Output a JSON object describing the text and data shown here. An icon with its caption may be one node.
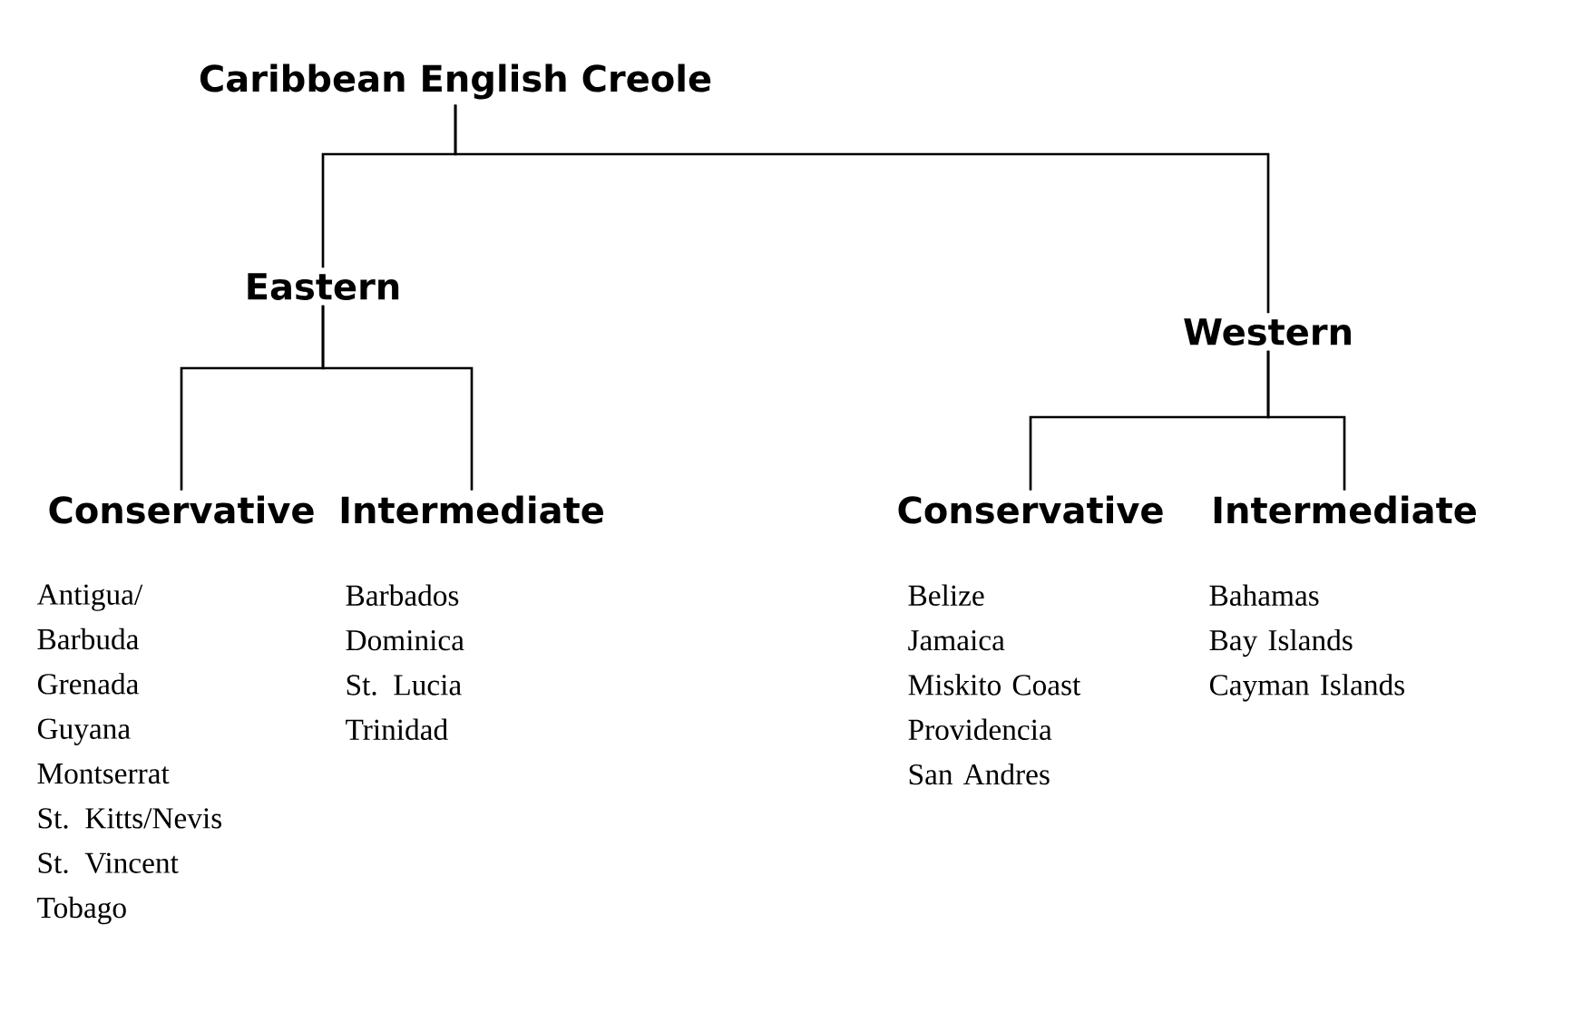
{
  "diagram": {
    "nodes": [
      {
        "text": [
          "Caribbean English Creole"
        ]
      },
      {
        "text": [
          "Eastern"
        ]
      },
      {
        "text": [
          "Western"
        ]
      },
      {
        "text": [
          "Conservative"
        ],
        "beside": [
          "Antigua/ Barbuda",
          "Grenada",
          "Guyana",
          "Montserrat",
          "St. Kitts/Nevis",
          "St. Vincent",
          "Tobago"
        ]
      },
      {
        "text": [
          "Intermediate"
        ],
        "beside": [
          "Barbados",
          "Dominica",
          "St. Lucia",
          "Trinidad"
        ]
      },
      {
        "text": [
          "Conservative"
        ],
        "beside": [
          "Belize",
          "Jamaica",
          "Miskito Coast",
          "Providencia",
          "San Andres"
        ]
      },
      {
        "text": [
          "Intermediate"
        ],
        "beside": [
          "Bahamas",
          "Bay Islands",
          "Cayman Islands"
        ]
      }
    ],
    "edges": [
      {
        "from": 0,
        "to": 1,
        "arrow": "none"
      },
      {
        "from": 0,
        "to": 2,
        "arrow": "none"
      },
      {
        "from": 1,
        "to": 3,
        "arrow": "none"
      },
      {
        "from": 1,
        "to": 4,
        "arrow": "none"
      },
      {
        "from": 2,
        "to": 5,
        "arrow": "none"
      },
      {
        "from": 2,
        "to": 6,
        "arrow": "none"
      }
    ]
  }
}
